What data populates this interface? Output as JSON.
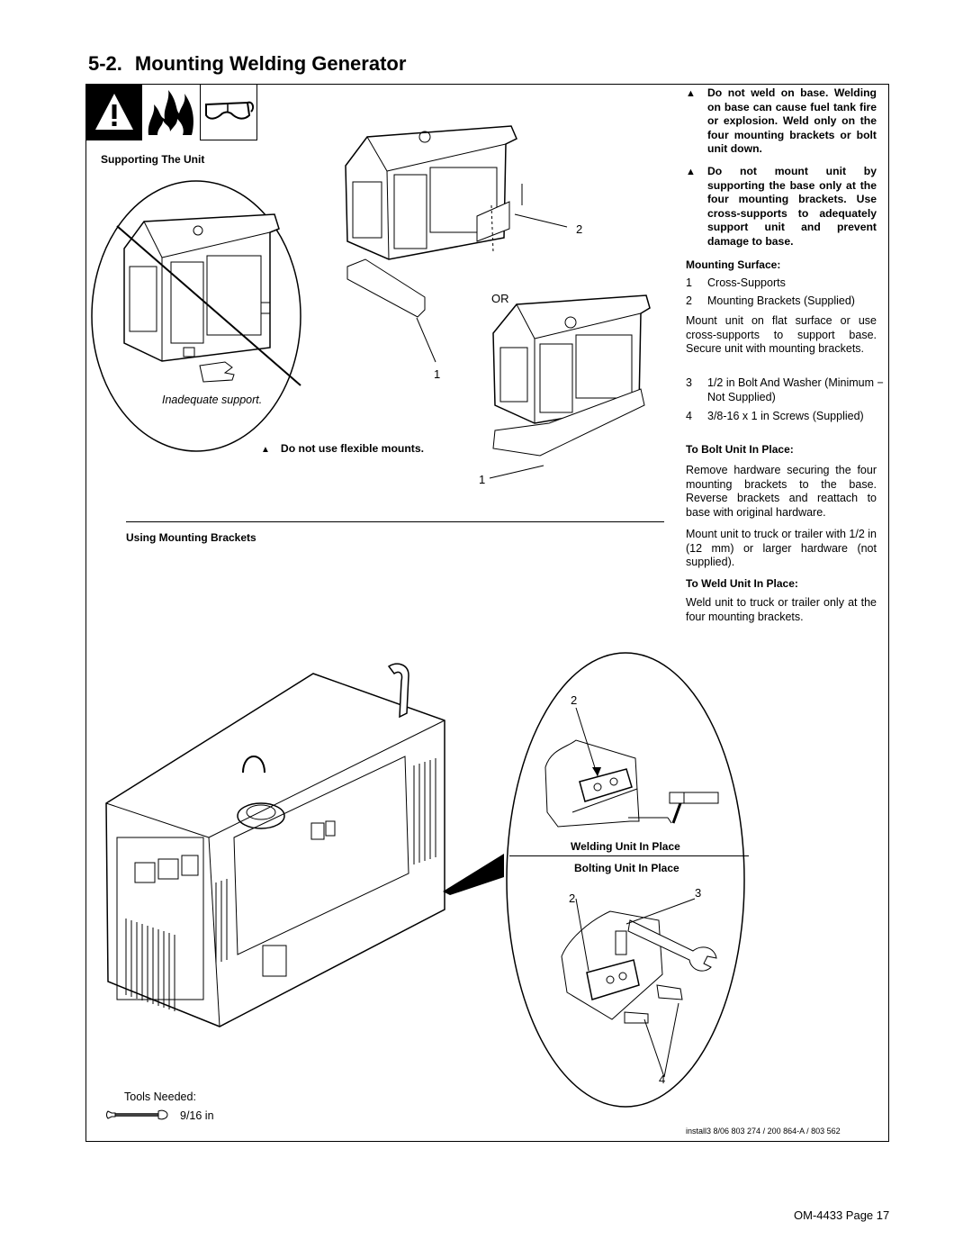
{
  "section": {
    "number": "5-2.",
    "title": "Mounting Welding Generator"
  },
  "hazard_icons": [
    "warning-triangle-icon",
    "fire-icon",
    "safety-goggles-icon"
  ],
  "left": {
    "supporting_heading": "Supporting The Unit",
    "inadequate_caption": "Inadequate support.",
    "flex_warning": "Do not use flexible mounts.",
    "using_brackets_heading": "Using Mounting Brackets",
    "callouts": {
      "one_a": "1",
      "one_b": "1",
      "two": "2",
      "or": "OR"
    }
  },
  "right": {
    "warnings": [
      "Do not weld on base. Welding on base can cause fuel tank fire or explosion. Weld only on the four mounting brackets or bolt unit down.",
      "Do not mount unit by supporting the base only at the four mounting brackets. Use cross-supports to adequately support unit and prevent damage to base."
    ],
    "mounting_surface_heading": "Mounting Surface:",
    "items": [
      {
        "num": "1",
        "text": "Cross-Supports"
      },
      {
        "num": "2",
        "text": "Mounting Brackets (Supplied)"
      }
    ],
    "mount_paragraph": "Mount unit on flat surface or use cross-supports to support base. Secure unit with mounting brackets.",
    "items2": [
      {
        "num": "3",
        "text": "1/2 in Bolt And Washer (Minimum − Not Supplied)"
      },
      {
        "num": "4",
        "text": "3/8-16 x 1 in Screws (Supplied)"
      }
    ],
    "bolt_heading": "To Bolt Unit In Place:",
    "bolt_paragraph1": "Remove hardware securing the four mounting brackets to the base. Reverse brackets and reattach to base with original hardware.",
    "bolt_paragraph2": "Mount unit to truck or trailer with 1/2 in (12 mm) or larger hardware (not supplied).",
    "weld_heading": "To Weld Unit In Place:",
    "weld_paragraph": "Weld unit to truck or trailer only at the four mounting brackets."
  },
  "detail": {
    "welding_label": "Welding Unit In Place",
    "bolting_label": "Bolting Unit In Place",
    "callout_2a": "2",
    "callout_2b": "2",
    "callout_3": "3",
    "callout_4": "4"
  },
  "tools": {
    "label": "Tools Needed:",
    "wrench_size": "9/16 in"
  },
  "doc_ref": "install3 8/06 803 274 / 200 864-A / 803 562",
  "footer": "OM-4433 Page 17"
}
